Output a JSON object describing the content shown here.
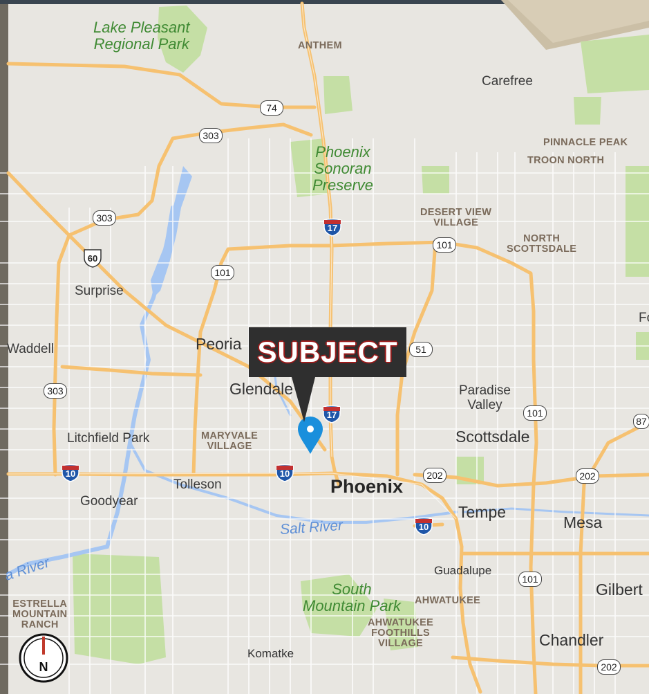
{
  "subject_label": "SUBJECT",
  "compass_label": "N",
  "cities": {
    "phoenix": "Phoenix",
    "scottsdale": "Scottsdale",
    "glendale": "Glendale",
    "peoria": "Peoria",
    "surprise": "Surprise",
    "tempe": "Tempe",
    "mesa": "Mesa",
    "chandler": "Chandler",
    "gilbert": "Gilbert",
    "goodyear": "Goodyear",
    "tolleson": "Tolleson",
    "litchfield_park": "Litchfield Park",
    "waddell": "Waddell",
    "carefree": "Carefree",
    "paradise_valley_1": "Paradise",
    "paradise_valley_2": "Valley",
    "guadalupe": "Guadalupe",
    "komatke": "Komatke",
    "fo_edge": "Fo"
  },
  "neighborhoods": {
    "anthem": "ANTHEM",
    "pinnacle_peak": "PINNACLE PEAK",
    "troon_north": "TROON NORTH",
    "desert_view_1": "DESERT VIEW",
    "desert_view_2": "VILLAGE",
    "north_scottsdale_1": "NORTH",
    "north_scottsdale_2": "SCOTTSDALE",
    "maryvale_1": "MARYVALE",
    "maryvale_2": "VILLAGE",
    "ahwatukee": "AHWATUKEE",
    "ahwatukee_foothills_1": "AHWATUKEE",
    "ahwatukee_foothills_2": "FOOTHILLS",
    "ahwatukee_foothills_3": "VILLAGE",
    "estrella_1": "ESTRELLA",
    "estrella_2": "MOUNTAIN",
    "estrella_3": "RANCH"
  },
  "parks": {
    "lake_pleasant_1": "Lake Pleasant",
    "lake_pleasant_2": "Regional Park",
    "sonoran_1": "Phoenix",
    "sonoran_2": "Sonoran",
    "sonoran_3": "Preserve",
    "south_mountain_1": "South",
    "south_mountain_2": "Mountain Park"
  },
  "water": {
    "salt_river": "Salt River",
    "river_edge": "a River"
  },
  "shields": {
    "sr74": "74",
    "sr303_top": "303",
    "sr303_mid": "303",
    "sr303_low": "303",
    "us60": "60",
    "sr101_west": "101",
    "sr101_north": "101",
    "sr101_east": "101",
    "sr101_south": "101",
    "sr51": "51",
    "sr202_west": "202",
    "sr202_east": "202",
    "sr202_south": "202",
    "sr87": "87",
    "i17_north": "17",
    "i17_south": "17",
    "i10_west": "10",
    "i10_mid": "10",
    "i10_south": "10"
  },
  "colors": {
    "background": "#e8e6e1",
    "park_green": "#c5dfa5",
    "water_blue": "#a6c6f2",
    "highway_orange": "#f6c170",
    "pin_blue": "#1a8fdc",
    "subject_bg": "#2f2f2f",
    "subject_outline": "#9b1b1b"
  }
}
